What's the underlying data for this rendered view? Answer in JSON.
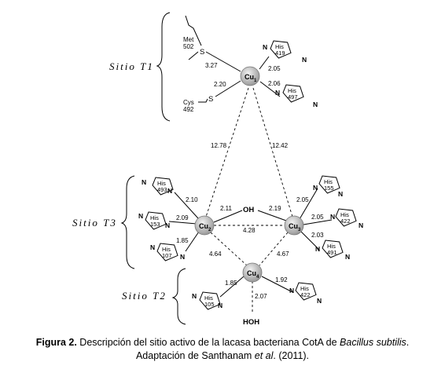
{
  "sites": {
    "t1": "Sitio  T1",
    "t3": "Sitio  T3",
    "t2": "Sitio  T2"
  },
  "copper": {
    "cu1": {
      "base": "Cu",
      "sub": "1"
    },
    "cu2": {
      "base": "Cu",
      "sub": "2"
    },
    "cu3": {
      "base": "Cu",
      "sub": "3"
    },
    "cu4": {
      "base": "Cu",
      "sub": "4"
    }
  },
  "residues": {
    "met502": {
      "name": "Met",
      "num": "502"
    },
    "cys492": {
      "name": "Cys",
      "num": "492"
    },
    "sulfur": "S",
    "his": "His",
    "n": "N",
    "his419": "419",
    "his497": "497",
    "his493": "493",
    "his153": "153",
    "his107": "107",
    "his155": "155",
    "his422a": "422",
    "his491": "491",
    "his105": "105",
    "his422b": "422"
  },
  "ligands": {
    "oh": "OH",
    "hoh": "HOH"
  },
  "distances": {
    "cu1_met": "3.27",
    "cu1_his419": "2.05",
    "cu1_cys": "2.20",
    "cu1_his497": "2.06",
    "cu1_cu2": "12.78",
    "cu1_cu3": "12.42",
    "cu2_his493": "2.10",
    "cu2_his153": "2.09",
    "cu2_his107": "1.85",
    "cu2_oh": "2.11",
    "oh_cu3": "2.19",
    "cu2_cu3": "4.28",
    "cu3_his155": "2.05",
    "cu3_his422": "2.05",
    "cu3_his491": "2.03",
    "cu2_cu4": "4.64",
    "cu3_cu4": "4.67",
    "cu4_his105": "1.85",
    "cu4_his422": "1.92",
    "cu4_hoh": "2.07"
  },
  "caption": {
    "label": "Figura 2.",
    "line1_a": " Descripción del sitio activo de la lacasa bacteriana CotA de ",
    "species": "Bacillus subtilis",
    "line1_b": ".",
    "line2_a": "Adaptación de Santhanam ",
    "etal": "et al",
    "line2_b": ". (2011)."
  }
}
